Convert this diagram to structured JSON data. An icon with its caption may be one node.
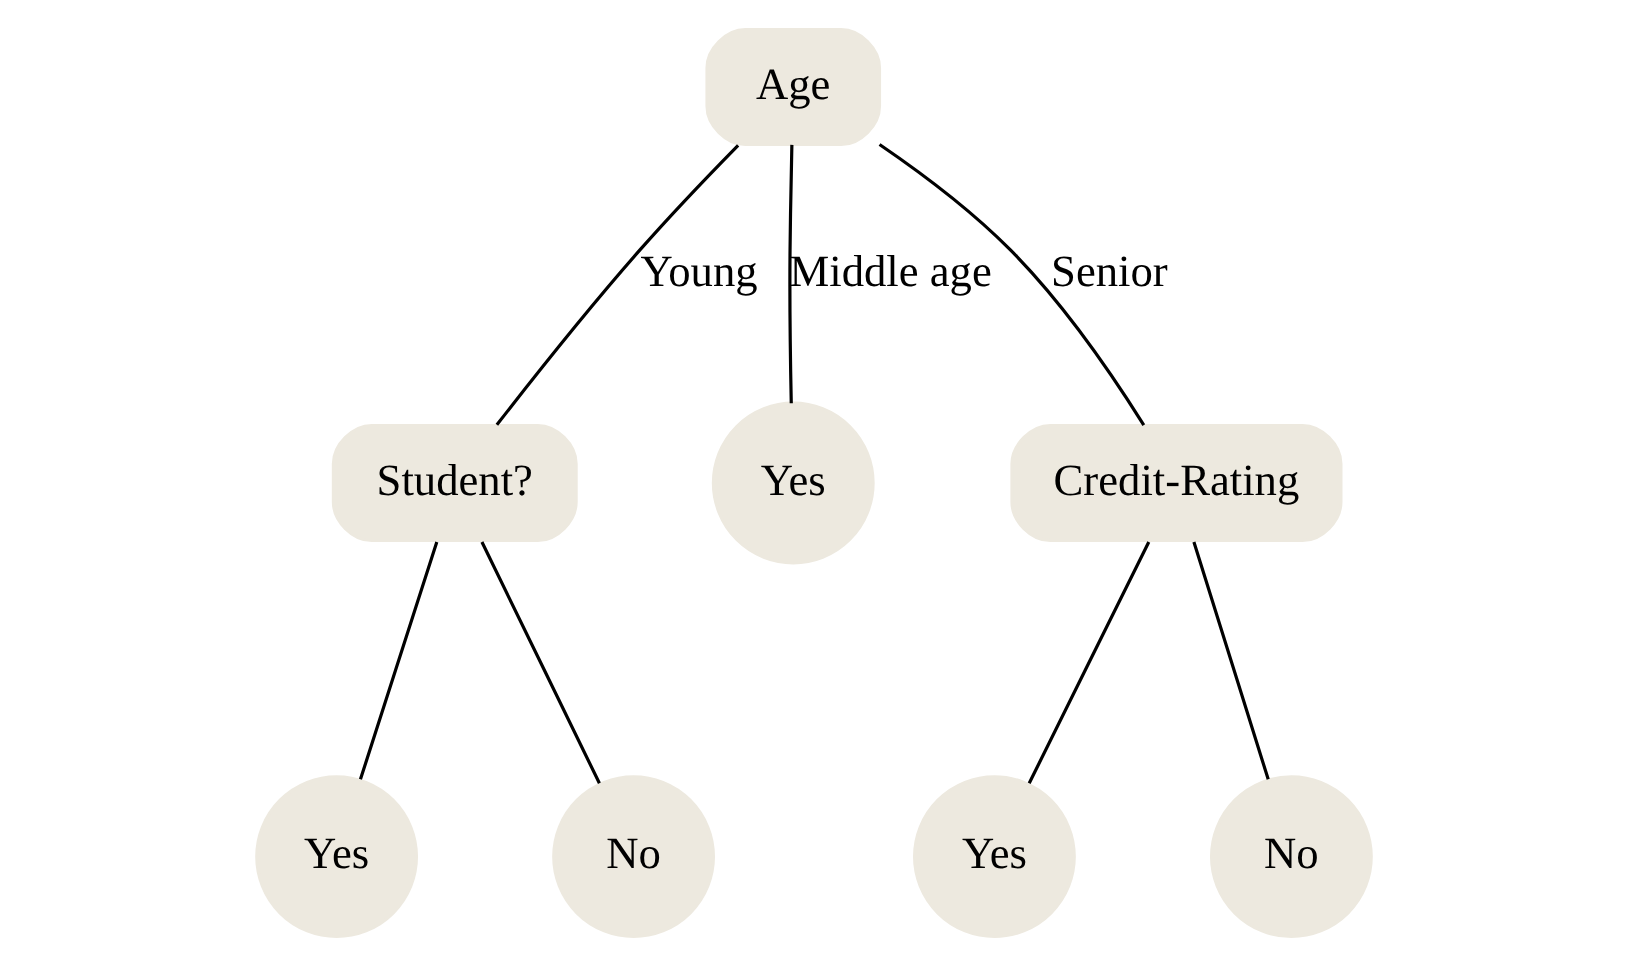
{
  "diagram": {
    "nodes": [
      {
        "text": [
          "Age"
        ]
      },
      {
        "text": [
          "Student?"
        ]
      },
      {
        "text": [
          "Yes"
        ]
      },
      {
        "text": [
          "Credit-Rating"
        ]
      },
      {
        "text": [
          "Yes"
        ]
      },
      {
        "text": [
          "No"
        ]
      },
      {
        "text": [
          "Yes"
        ]
      },
      {
        "text": [
          "No"
        ]
      }
    ],
    "edges": [
      {
        "from": 0,
        "to": 1,
        "arrow": "none",
        "label": "Young"
      },
      {
        "from": 0,
        "to": 2,
        "arrow": "none",
        "label": "Middle age"
      },
      {
        "from": 0,
        "to": 3,
        "arrow": "none",
        "label": "Senior"
      },
      {
        "from": 1,
        "to": 4,
        "arrow": "none"
      },
      {
        "from": 1,
        "to": 5,
        "arrow": "none"
      },
      {
        "from": 3,
        "to": 6,
        "arrow": "none"
      },
      {
        "from": 3,
        "to": 7,
        "arrow": "none"
      }
    ]
  }
}
